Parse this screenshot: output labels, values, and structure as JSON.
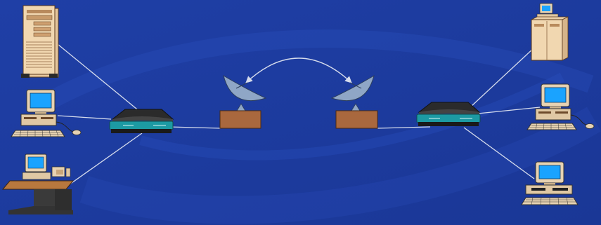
{
  "colors": {
    "background": "#1f3fa6",
    "background_dark": "#16308a",
    "swoosh": "#2a4fbf",
    "link_line": "#d6dcec",
    "dish": "#8fa6c6",
    "dish_base": "#a9683e",
    "router_body": "#1e1e1e",
    "router_band": "#1c9aa3",
    "screen": "#1aa3ff",
    "beige": "#e7c9a0",
    "desk_top": "#b8783e",
    "desk_stand": "#3a3a3a"
  },
  "diagram": {
    "nodes": [
      {
        "id": "left-server",
        "kind": "tower-server",
        "icon": "server-tower-icon"
      },
      {
        "id": "left-workstation",
        "kind": "desktop-computer",
        "icon": "desktop-computer-icon"
      },
      {
        "id": "left-desk-workstation",
        "kind": "workstation-on-desk",
        "icon": "desk-workstation-icon"
      },
      {
        "id": "left-router",
        "kind": "router",
        "icon": "router-icon"
      },
      {
        "id": "left-dish",
        "kind": "satellite-dish",
        "icon": "satellite-dish-icon"
      },
      {
        "id": "right-dish",
        "kind": "satellite-dish",
        "icon": "satellite-dish-icon"
      },
      {
        "id": "right-router",
        "kind": "router",
        "icon": "router-icon"
      },
      {
        "id": "right-server",
        "kind": "minicomputer",
        "icon": "minicomputer-icon"
      },
      {
        "id": "right-workstation",
        "kind": "desktop-computer",
        "icon": "desktop-computer-icon"
      },
      {
        "id": "right-computer",
        "kind": "desktop-computer",
        "icon": "desktop-computer-icon"
      }
    ],
    "links": [
      {
        "from": "left-server",
        "to": "left-router",
        "style": "line"
      },
      {
        "from": "left-workstation",
        "to": "left-router",
        "style": "line"
      },
      {
        "from": "left-desk-workstation",
        "to": "left-router",
        "style": "line"
      },
      {
        "from": "left-router",
        "to": "left-dish",
        "style": "line"
      },
      {
        "from": "left-dish",
        "to": "right-dish",
        "style": "wireless-arc"
      },
      {
        "from": "right-dish",
        "to": "right-router",
        "style": "line"
      },
      {
        "from": "right-router",
        "to": "right-server",
        "style": "line"
      },
      {
        "from": "right-router",
        "to": "right-workstation",
        "style": "line"
      },
      {
        "from": "right-router",
        "to": "right-computer",
        "style": "line"
      }
    ]
  }
}
